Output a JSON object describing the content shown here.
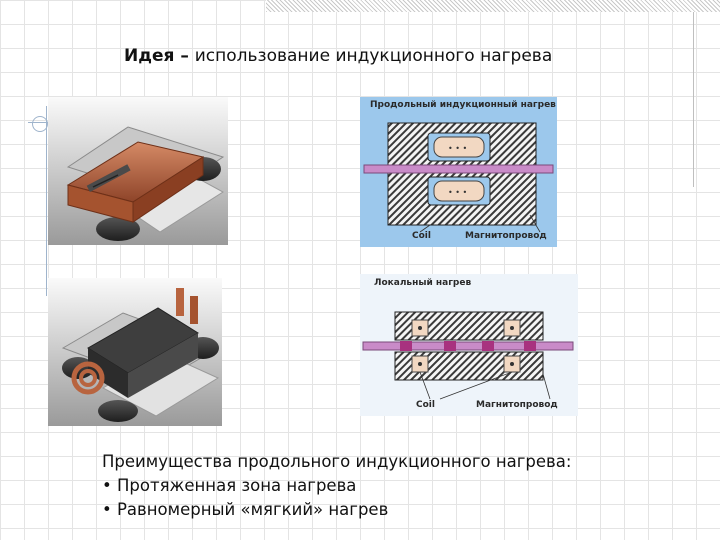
{
  "title": {
    "bold": "Идея – ",
    "rest": "использование индукционного нагрева"
  },
  "diagram_longitudinal": {
    "heading": "Продольный индукционный нагрев",
    "coil_label": "Coil",
    "core_label": "Магнитопровод"
  },
  "diagram_local": {
    "heading": "Локальный нагрев",
    "coil_label": "Coil",
    "core_label": "Магнитопровод"
  },
  "advantages": {
    "heading": "Преимущества продольного индукционного нагрева:",
    "items": [
      "• Протяженная зона нагрева",
      "• Равномерный «мягкий» нагрев"
    ]
  },
  "colors": {
    "copper": "#b8643f",
    "strip": "#c98bc8",
    "diagram_bg": "#9cc8ec"
  }
}
